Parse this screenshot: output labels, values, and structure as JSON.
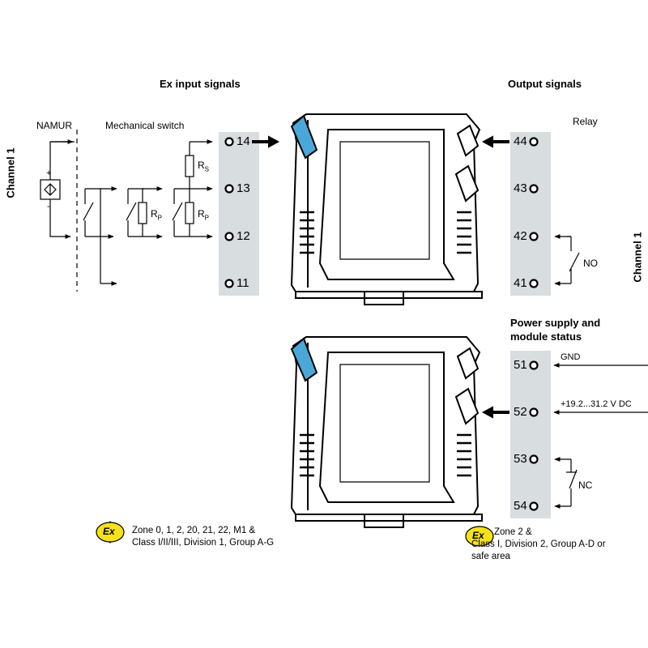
{
  "input": {
    "heading": "Ex input signals",
    "channel_label": "Channel 1",
    "namur_label": "NAMUR",
    "switch_label": "Mechanical switch",
    "rs_main": "R",
    "rs_sub": "S",
    "rp_main": "R",
    "rp_sub": "P",
    "terminals": [
      "14",
      "13",
      "12",
      "11"
    ]
  },
  "output": {
    "heading": "Output signals",
    "relay_label": "Relay",
    "channel_label": "Channel 1",
    "no_label": "NO",
    "terminals": [
      "44",
      "43",
      "42",
      "41"
    ]
  },
  "power": {
    "heading_line1": "Power supply and",
    "heading_line2": "module status",
    "gnd_label": "GND",
    "supply_label": "+19.2...31.2 V DC",
    "nc_label": "NC",
    "terminals": [
      "51",
      "52",
      "53",
      "54"
    ]
  },
  "ex_left": {
    "symbol": "Ex",
    "line1": "Zone 0, 1, 2, 20, 21, 22, M1 &",
    "line2": "Class I/II/III, Division 1, Group A-G"
  },
  "ex_right": {
    "symbol": "Ex",
    "line1": "Zone 2 &",
    "line2": "Class I, Division 2, Group A-D or",
    "line3": "safe area"
  },
  "colors": {
    "strip": "#d8dde0",
    "latch": "#4aa8d8",
    "ex_badge": "#f4e21a",
    "line": "#000000"
  }
}
